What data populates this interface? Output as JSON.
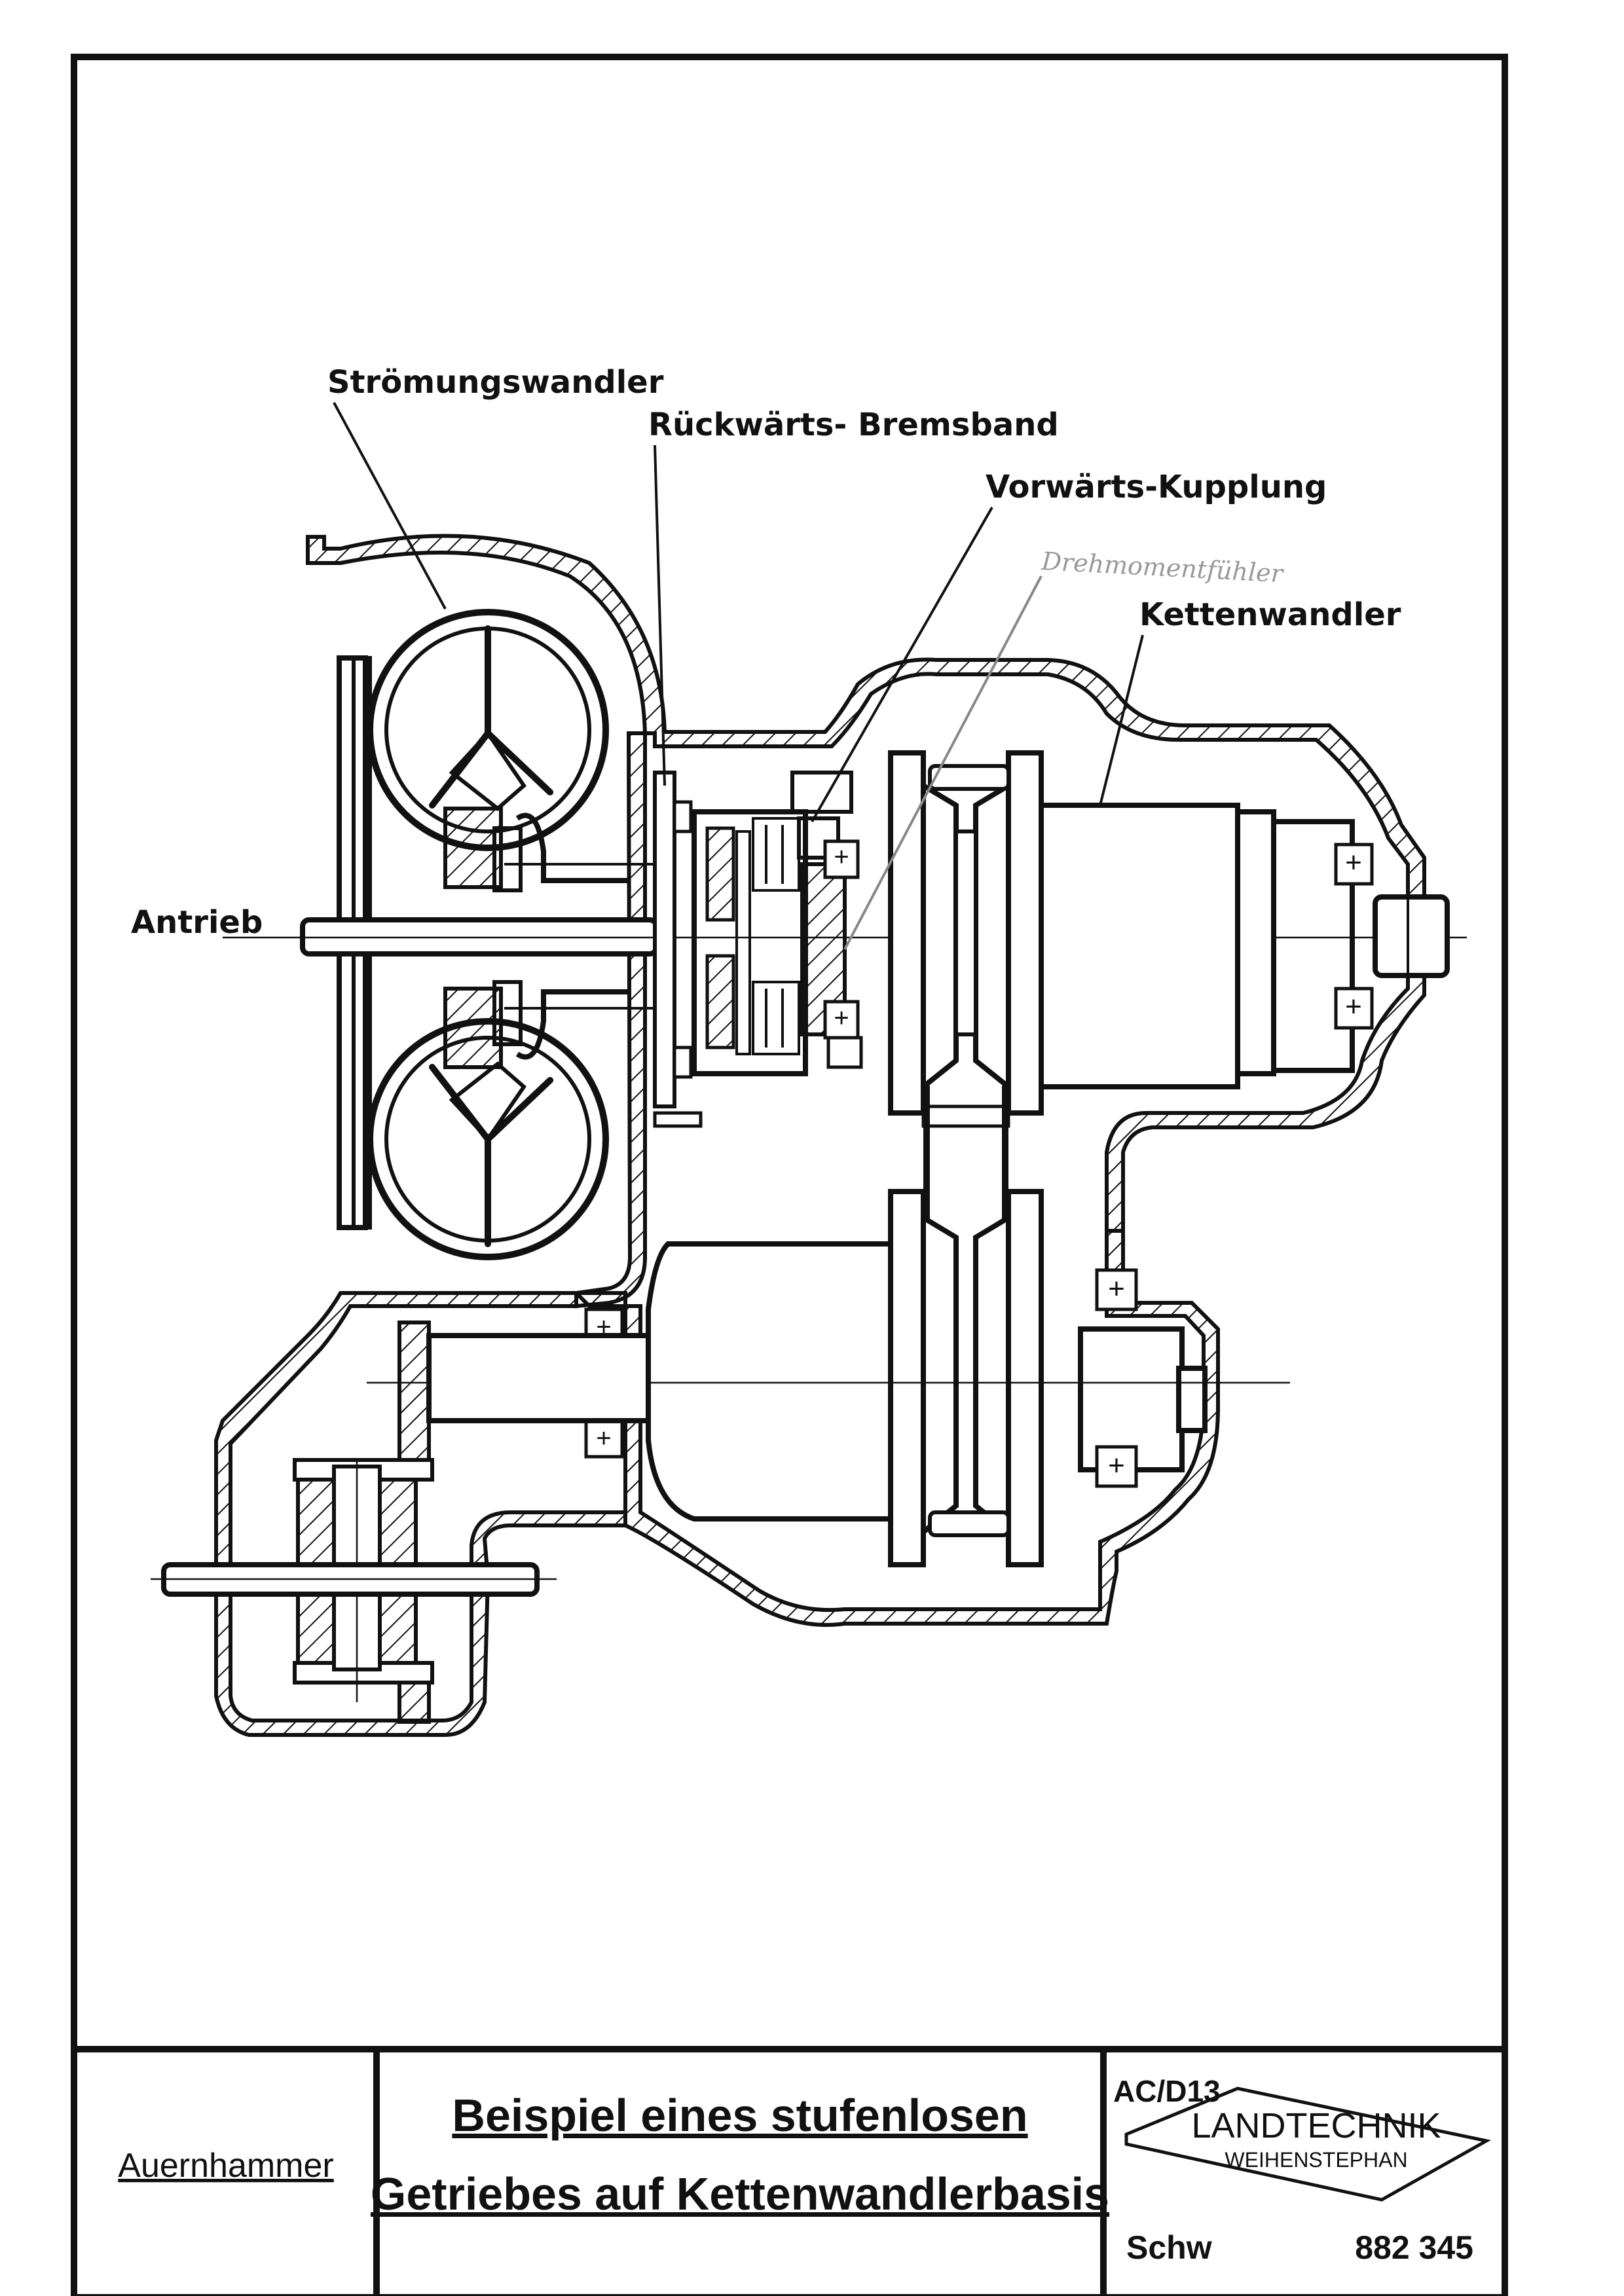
{
  "labels": {
    "stromungswandler": "Strömungswandler",
    "ruckwarts_bremsband": "Rückwärts- Bremsband",
    "vorwarts_kupplung": "Vorwärts-Kupplung",
    "drehmomentfuhler": "Drehmomentfühler",
    "kettenwandler": "Kettenwandler",
    "antrieb": "Antrieb"
  },
  "title_block": {
    "author": "Auernhammer",
    "title_line1": "Beispiel eines stufenlosen",
    "title_line2": "Getriebes auf Kettenwandlerbasis",
    "code": "AC/D13",
    "logo_main": "LANDTECHNIK",
    "logo_sub": "WEIHENSTEPHAN",
    "drawer": "Schw",
    "number": "882 345"
  }
}
